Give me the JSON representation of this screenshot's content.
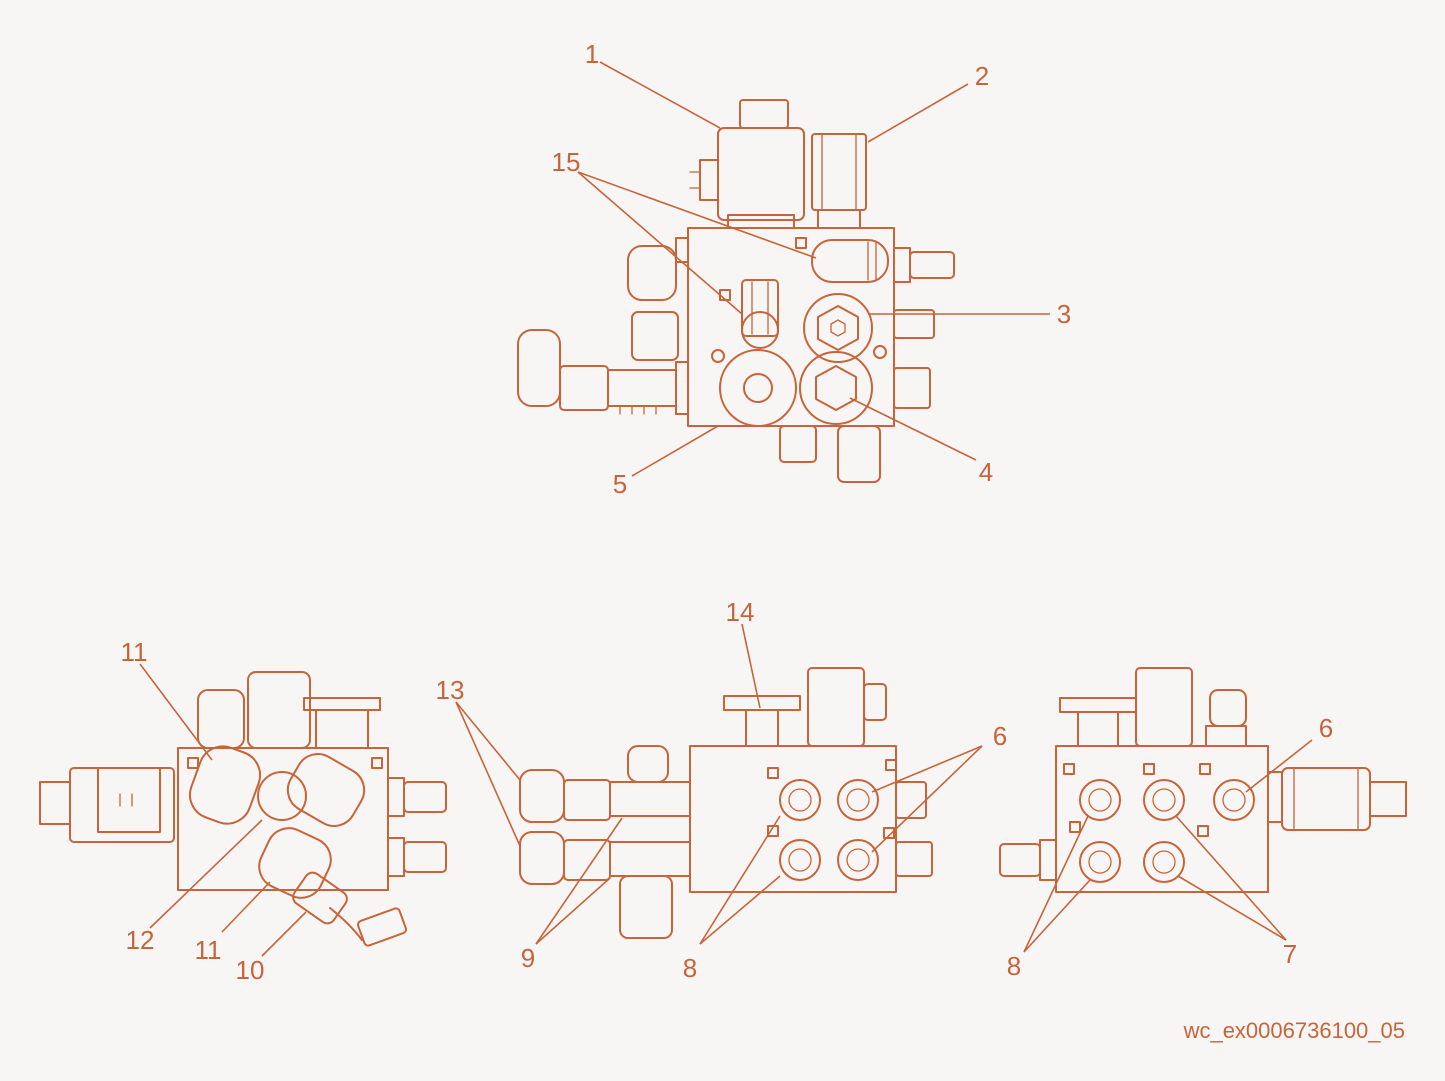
{
  "drawing": {
    "id": "wc_ex0006736100_05",
    "colors": {
      "line": "#c8643a",
      "background": "#f7f6f5"
    }
  },
  "callouts": {
    "c1": "1",
    "c2": "2",
    "c3": "3",
    "c4": "4",
    "c5": "5",
    "c15": "15",
    "c11a": "11",
    "c12": "12",
    "c11b": "11",
    "c10": "10",
    "c13": "13",
    "c14": "14",
    "c9": "9",
    "c8a": "8",
    "c6a": "6",
    "c6b": "6",
    "c8b": "8",
    "c7": "7"
  }
}
